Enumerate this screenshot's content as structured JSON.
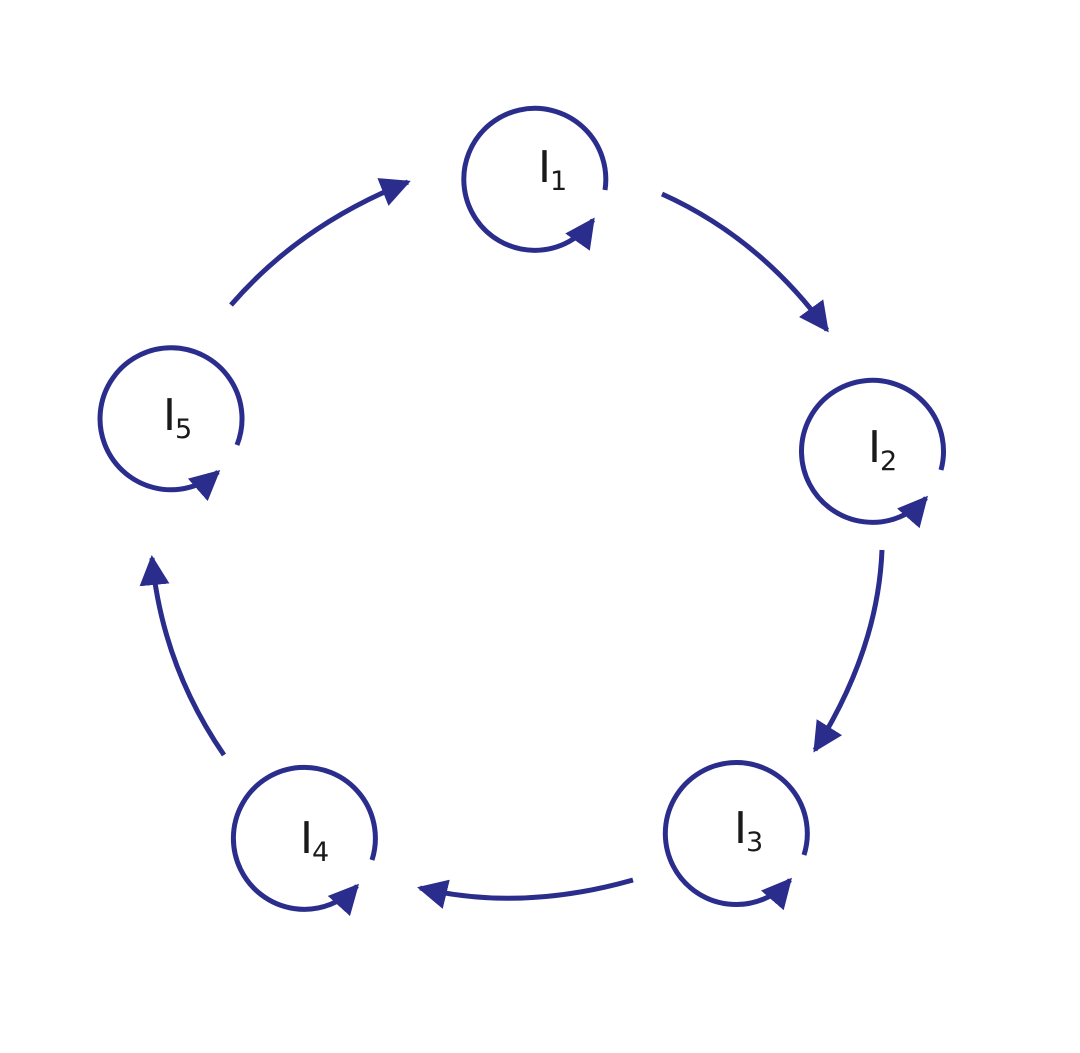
{
  "diagram": {
    "accent_color": "#2b2d8c",
    "nodes": [
      {
        "id": "n1",
        "letter": "I",
        "subscript": "1"
      },
      {
        "id": "n2",
        "letter": "I",
        "subscript": "2"
      },
      {
        "id": "n3",
        "letter": "I",
        "subscript": "3"
      },
      {
        "id": "n4",
        "letter": "I",
        "subscript": "4"
      },
      {
        "id": "n5",
        "letter": "I",
        "subscript": "5"
      }
    ],
    "edges": [
      {
        "from": "n1",
        "to": "n2"
      },
      {
        "from": "n2",
        "to": "n3"
      },
      {
        "from": "n3",
        "to": "n4"
      },
      {
        "from": "n4",
        "to": "n5"
      },
      {
        "from": "n5",
        "to": "n1"
      }
    ],
    "self_loops": [
      "n1",
      "n2",
      "n3",
      "n4",
      "n5"
    ]
  }
}
